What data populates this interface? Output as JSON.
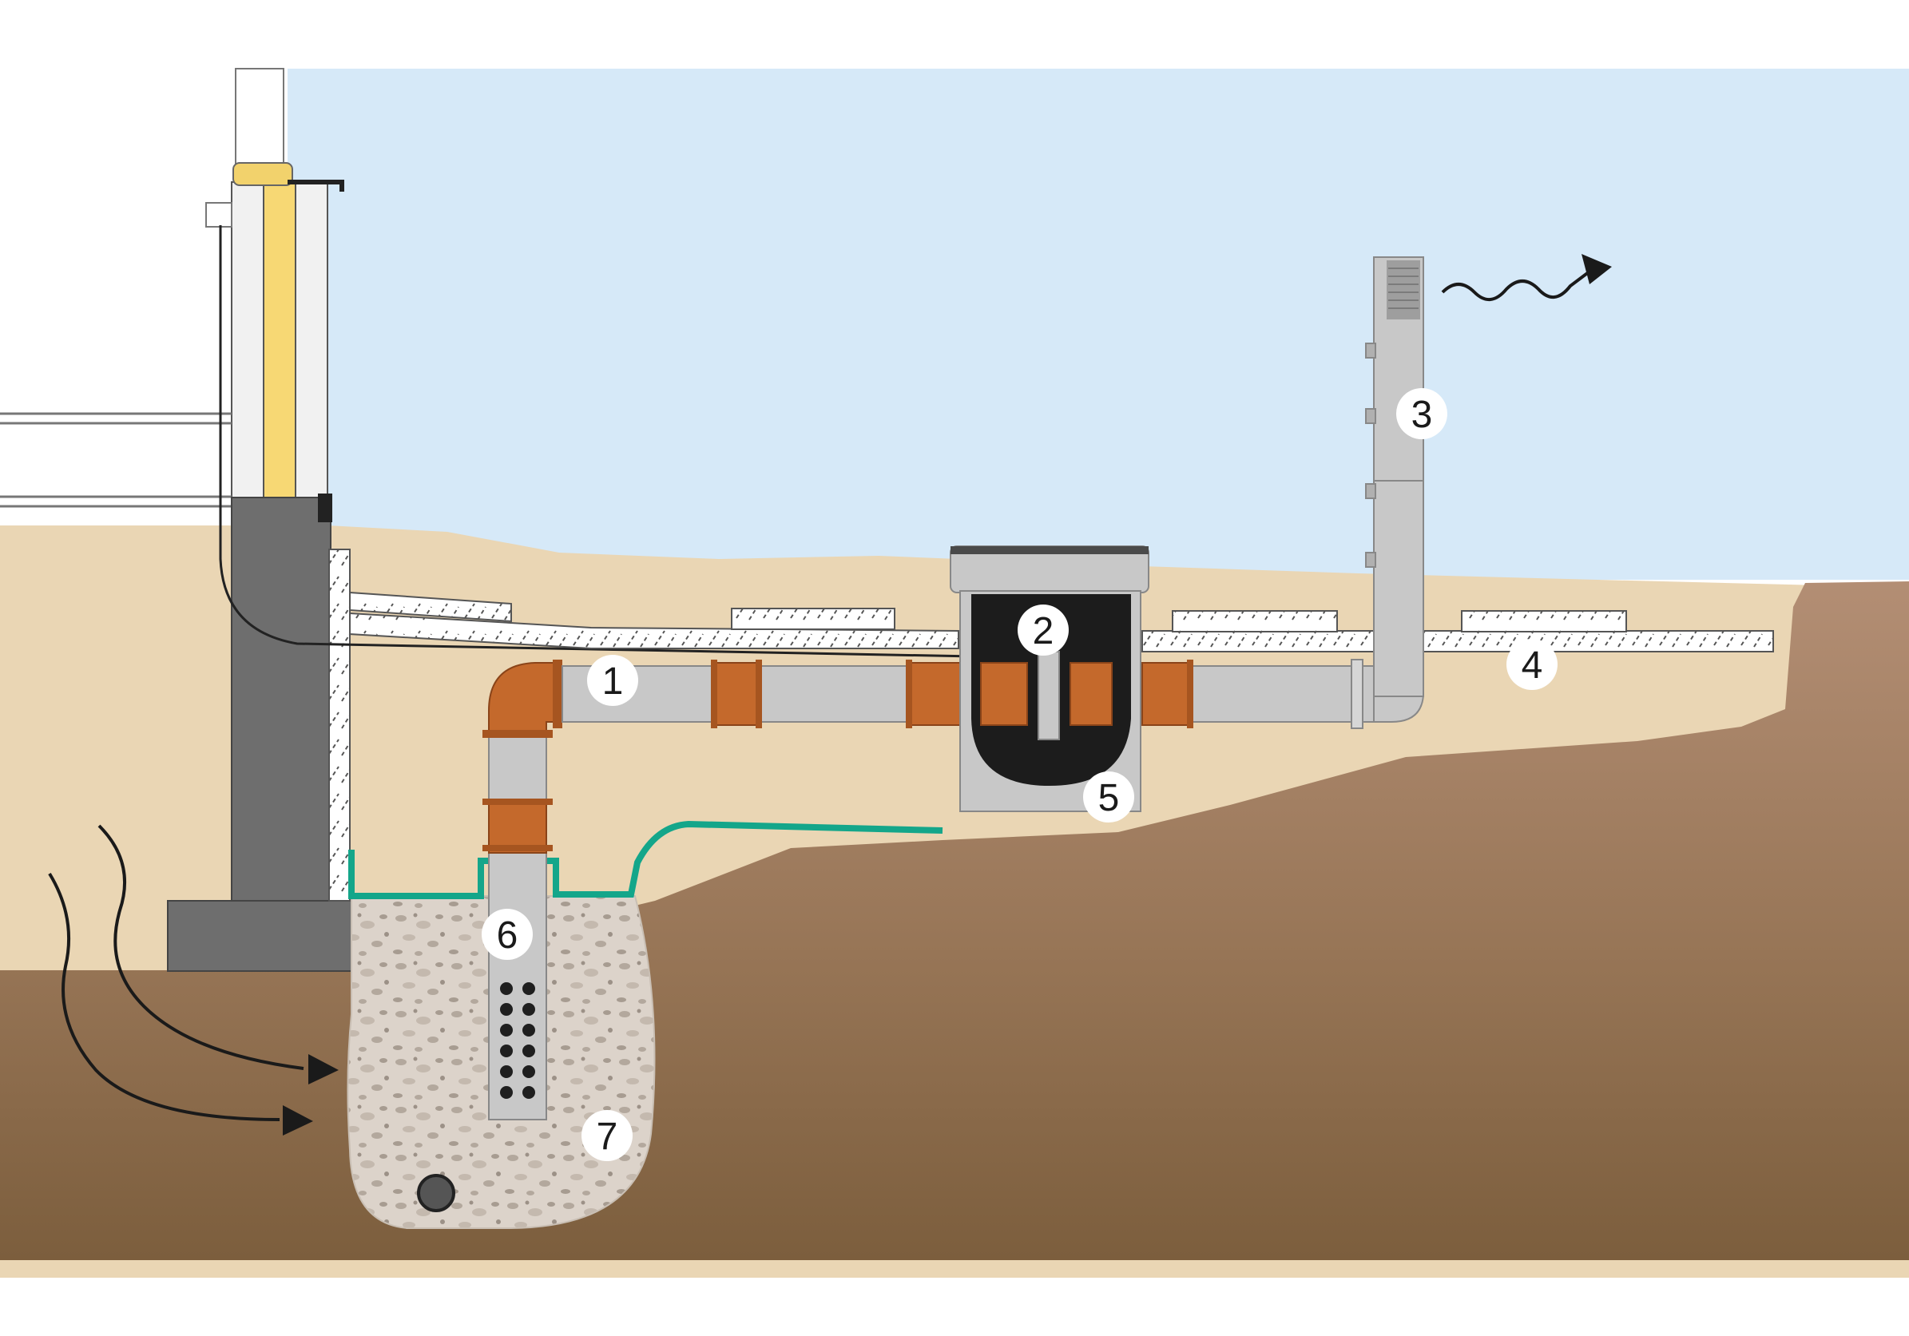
{
  "diagram": {
    "colors": {
      "sky": "#d6e9f8",
      "sand": "#ead6b4",
      "soil_top": "#b38e74",
      "soil_bottom": "#7c5e3d",
      "concrete": "#6e6e6e",
      "pipe": "#c8c8c8",
      "coupling": "#c4692c",
      "membrane": "#14a68a",
      "gravel": "#d8cfc6",
      "insulation_core": "#f7d874"
    },
    "callouts": [
      {
        "id": "1",
        "label": "1"
      },
      {
        "id": "2",
        "label": "2"
      },
      {
        "id": "3",
        "label": "3"
      },
      {
        "id": "4",
        "label": "4"
      },
      {
        "id": "5",
        "label": "5"
      },
      {
        "id": "6",
        "label": "6"
      },
      {
        "id": "7",
        "label": "7"
      }
    ]
  }
}
